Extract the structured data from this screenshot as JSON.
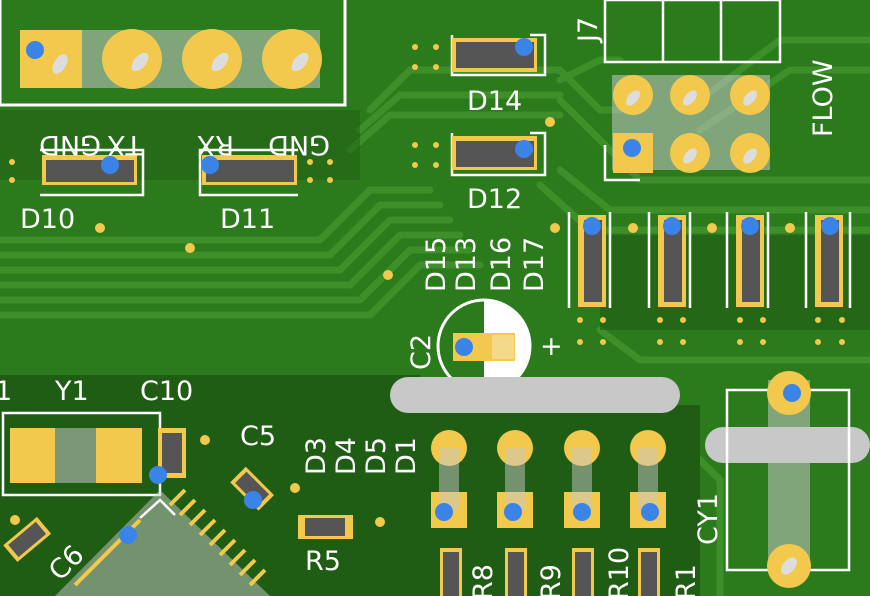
{
  "board": {
    "colors": {
      "substrate": "#1f5c14",
      "copper_fill": "#2b7a1c",
      "trace": "#3d8f2a",
      "silkscreen": "#ffffff",
      "pad": "#f2c94c",
      "pad_light": "#f5d98a",
      "body": "#555555",
      "via": "#3a84e8",
      "overlay": "#c8c8c8"
    },
    "designators": {
      "J7": "J7",
      "FLOW": "FLOW",
      "D14": "D14",
      "D12": "D12",
      "D10": "D10",
      "D11": "D11",
      "TX": "TX",
      "RX": "RX",
      "GND_LEFT": "GND",
      "GND_RIGHT": "GND",
      "D15": "D15",
      "D13": "D13",
      "D16": "D16",
      "D17": "D17",
      "C2": "C2",
      "C2_polarity": "+",
      "Y1": "Y1",
      "C10": "C10",
      "C5": "C5",
      "C6": "C6",
      "D3": "D3",
      "D4": "D4",
      "D5": "D5",
      "D1": "D1",
      "R5": "R5",
      "R8": "R8",
      "R9": "R9",
      "R10": "R10",
      "R1": "R1",
      "CY1": "CY1",
      "partial_left": "1"
    }
  }
}
